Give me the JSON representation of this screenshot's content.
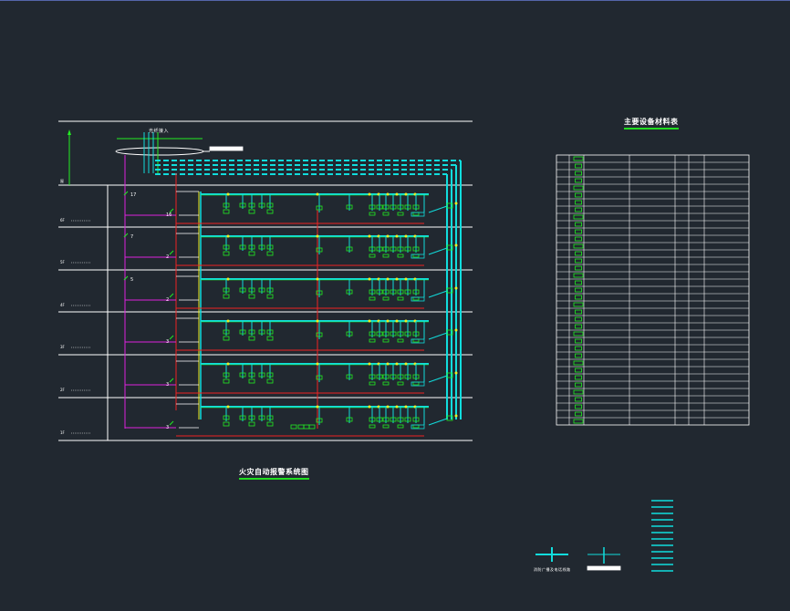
{
  "drawing": {
    "system_title": "火灾自动报警系统图",
    "table_title": "主要设备材料表",
    "fiber_label": "光纤接入",
    "floors": [
      {
        "level": "6F"
      },
      {
        "level": "5F"
      },
      {
        "level": "4F"
      },
      {
        "level": "3F"
      },
      {
        "level": "2F"
      },
      {
        "level": "1F"
      }
    ],
    "counts_left": [
      "17",
      "7",
      "5"
    ],
    "counts_right": [
      "16",
      "2",
      "2",
      "3",
      "3",
      "3"
    ],
    "legend_caption": "消防广播及电话线路"
  },
  "colors": {
    "background": "#212830",
    "cyan": "#11dddd",
    "green": "#22ee22",
    "red": "#ee2222",
    "magenta": "#dd22dd",
    "yellow": "#eeee22",
    "white": "#ffffff"
  }
}
